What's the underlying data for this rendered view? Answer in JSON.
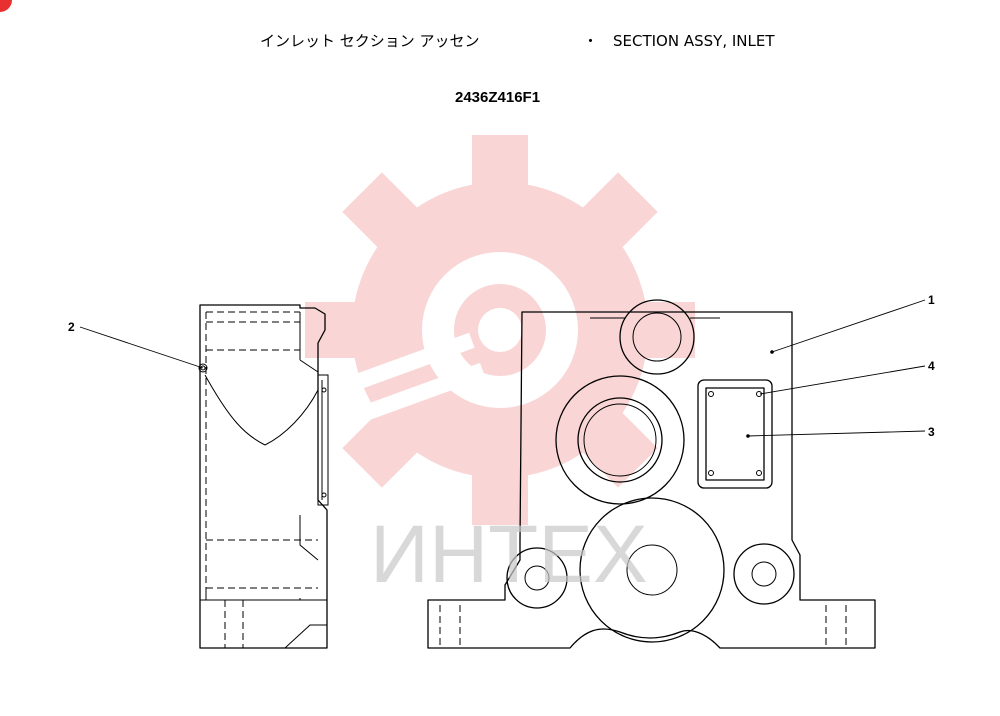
{
  "title": {
    "japanese": "インレット セクション アッセン",
    "separator": "・",
    "english": "SECTION ASSY, INLET"
  },
  "part_number": "2436Z416F1",
  "callouts": [
    {
      "id": "callout-1",
      "label": "1"
    },
    {
      "id": "callout-2",
      "label": "2"
    },
    {
      "id": "callout-3",
      "label": "3"
    },
    {
      "id": "callout-4",
      "label": "4"
    }
  ],
  "watermark": {
    "text": "ИНТЕХ",
    "logo_color": "#f08a8a"
  }
}
